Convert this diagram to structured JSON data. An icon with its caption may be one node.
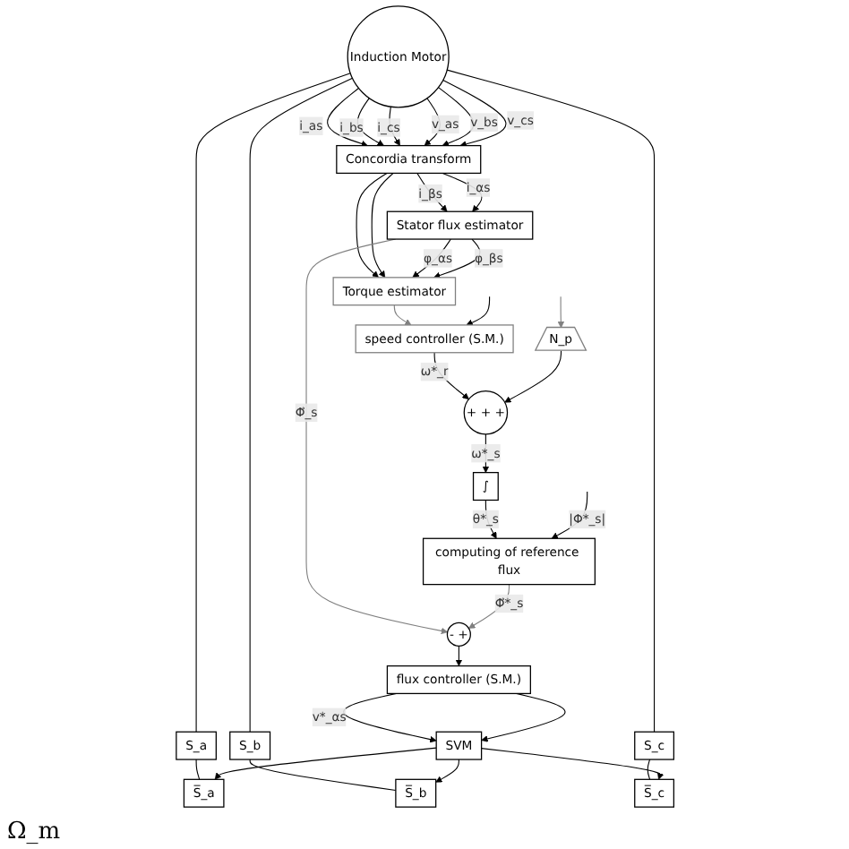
{
  "diagram": {
    "nodes": [
      {
        "text": [
          "Induction Motor"
        ]
      },
      {
        "text": [
          "S_a"
        ]
      },
      {
        "text": [
          "S_b"
        ]
      },
      {
        "text": [
          "S_c"
        ]
      },
      {
        "text": [
          "S̅_a"
        ]
      },
      {
        "text": [
          "S̅_b"
        ]
      },
      {
        "text": [
          "S̅_c"
        ]
      },
      {
        "text": [
          "Concordia transform"
        ]
      },
      {
        "text": [
          "SVM"
        ]
      },
      {
        "text": [
          "Torque estimator"
        ]
      },
      {
        "text": [
          "Stator flux estimator"
        ]
      },
      {
        "text": [
          "flux controller (S.M.)"
        ]
      },
      {
        "text": [
          "speed controller (S.M.)"
        ]
      },
      {
        "text": [
          "N_p"
        ]
      },
      {
        "text": [
          "+",
          "+",
          "+"
        ]
      },
      {
        "text": [
          "∫"
        ]
      },
      {
        "text": [
          "computing of reference flux"
        ]
      },
      {
        "text": [
          "-",
          "+"
        ]
      }
    ],
    "edges": [
      {
        "from": 0,
        "to": 1,
        "arrow": "none"
      },
      {
        "from": 0,
        "to": 2,
        "arrow": "none"
      },
      {
        "from": 0,
        "to": 3,
        "arrow": "none"
      },
      {
        "from": 1,
        "to": 4,
        "arrow": "none"
      },
      {
        "from": 2,
        "to": 5,
        "arrow": "none"
      },
      {
        "from": 3,
        "to": 6,
        "arrow": "none"
      },
      {
        "from": 0,
        "to": 7,
        "label": "i_as",
        "arrow": "to"
      },
      {
        "from": 0,
        "to": 7,
        "label": "i_bs",
        "arrow": "to"
      },
      {
        "from": 0,
        "to": 7,
        "label": "i_cs",
        "arrow": "to"
      },
      {
        "from": 0,
        "to": 7,
        "label": "v_as",
        "arrow": "to"
      },
      {
        "from": 0,
        "to": 7,
        "label": "v_bs",
        "arrow": "to"
      },
      {
        "from": 0,
        "to": 7,
        "label": "v_cs",
        "arrow": "to"
      },
      {
        "from": 7,
        "to": 9,
        "arrow": "to"
      },
      {
        "from": 7,
        "to": 10,
        "label": "i_βs",
        "arrow": "to"
      },
      {
        "from": 7,
        "to": 9,
        "arrow": "to"
      },
      {
        "from": 7,
        "to": 10,
        "label": "i_αs",
        "arrow": "to"
      },
      {
        "from": 10,
        "to": 9,
        "label": "φ_αs",
        "arrow": "to"
      },
      {
        "from": 10,
        "to": 9,
        "label": "φ_βs",
        "arrow": "to"
      },
      {
        "from": 10,
        "to": 17,
        "label": "Φ⃗_s",
        "arrow": "to",
        "color": "#808080"
      },
      {
        "from": 9,
        "to": 12,
        "arrow": "to",
        "color": "#808080"
      },
      {
        "from": null,
        "to": 13,
        "arrow": "to",
        "color": "#808080"
      },
      {
        "from": null,
        "to": 12,
        "arrow": "to"
      },
      {
        "from": 12,
        "to": 14,
        "label": "ω*_r",
        "arrow": "to"
      },
      {
        "from": 13,
        "to": 14,
        "arrow": "to"
      },
      {
        "from": 14,
        "to": 15,
        "label": "ω*_s",
        "arrow": "to"
      },
      {
        "from": 15,
        "to": 16,
        "label": "θ*_s",
        "arrow": "to"
      },
      {
        "from": null,
        "to": 16,
        "label": "|Φ*_s|",
        "arrow": "to"
      },
      {
        "from": 16,
        "to": 17,
        "label": "Φ⃗*_s",
        "arrow": "to",
        "color": "#808080"
      },
      {
        "from": 17,
        "to": 11,
        "arrow": "to"
      },
      {
        "from": 11,
        "to": 8,
        "label": "v*_αs",
        "arrow": "to"
      },
      {
        "from": 11,
        "to": 8,
        "arrow": "to"
      },
      {
        "from": 8,
        "to": 4,
        "arrow": "to"
      },
      {
        "from": 8,
        "to": 5,
        "arrow": "to"
      },
      {
        "from": 8,
        "to": 6,
        "arrow": "to"
      }
    ],
    "labels": [
      "Ω_m"
    ]
  }
}
